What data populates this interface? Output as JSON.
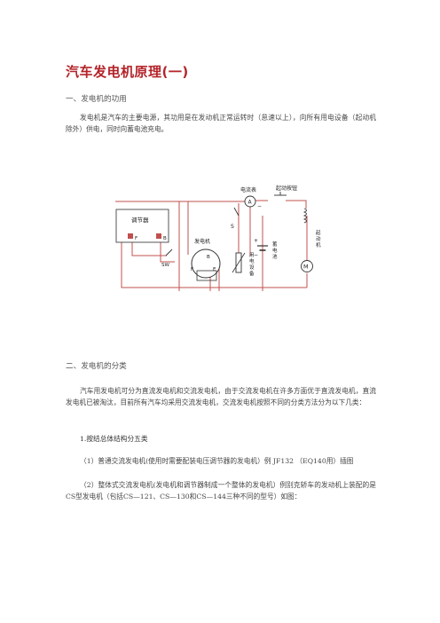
{
  "title": "汽车发电机原理(一)",
  "section1": {
    "heading": "一、发电机的功用",
    "body": "发电机是汽车的主要电源，其功用是在发动机正常运转时（怠速以上），向所有用电设备（起动机除外）供电，同时向蓄电池充电。"
  },
  "diagram": {
    "labels": {
      "ammeter": "电流表",
      "ammeter_symbol": "A",
      "start_button": "起动按钮",
      "regulator": "调节器",
      "reg_f": "F",
      "reg_b": "B",
      "sw": "SW",
      "generator": "发电机",
      "gen_b": "B",
      "gen_f": "F",
      "gen_e": "E",
      "switch_s": "S",
      "loads_1": "用",
      "loads_2": "电",
      "loads_3": "设",
      "loads_4": "备",
      "battery_1": "蓄",
      "battery_2": "电",
      "battery_3": "池",
      "starter_1": "起",
      "starter_2": "动",
      "starter_3": "机",
      "motor_symbol": "M",
      "plus": "+",
      "minus": "−"
    },
    "colors": {
      "wire": "#c0504d",
      "component": "#333333"
    }
  },
  "section2": {
    "heading": "二、发电机的分类",
    "body": "汽车用发电机可分为直流发电机和交流发电机，由于交流发电机在许多方面优于直流发电机，直流发电机已被淘汰，目前所有汽车均采用交流发电机，交流发电机按照不同的分类方法分为以下几类：",
    "sub_heading": "1.按结总体结构分五类",
    "item1": "（1）普通交流发电机(使用时需要配装电压调节器的发电机）例 JF132 （EQ140用）插图",
    "item2": "（2）整体式交流发电机(发电机和调节器制成一个整体的发电机）例别克轿车的发动机上装配的是CS型发电机（包括CS—121、CS—130和CS—144三种不同的型号）如图："
  }
}
